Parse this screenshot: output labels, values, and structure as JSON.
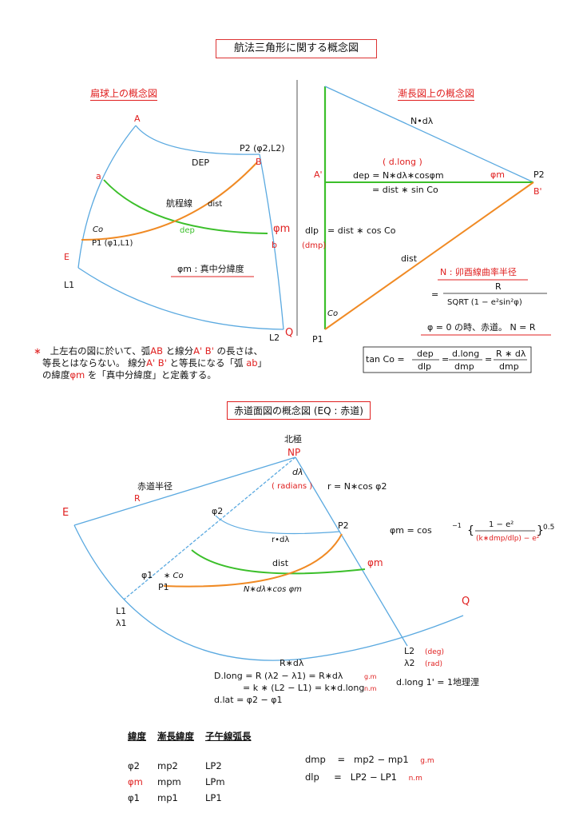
{
  "title": "航法三角形に関する概念図",
  "left_section": {
    "heading": "扁球上の概念図",
    "labels": {
      "A": "A",
      "a": "a",
      "E": "E",
      "L1": "L1",
      "L2": "L2",
      "Q": "Q",
      "B": "B",
      "b": "b",
      "P2": "P2 (φ2,L2)",
      "P1": "P1 (φ1,L1)",
      "DEP": "DEP",
      "route": "航程線",
      "dist": "dist",
      "dep": "dep",
      "Co": "Co",
      "phi_m": "φm"
    },
    "legend": "φm : 真中分緯度"
  },
  "right_section": {
    "heading": "漸長図上の概念図",
    "labels": {
      "Nd": "N•dλ",
      "dlong": "( d.long )",
      "Aprime": "A'",
      "Bprime": "B'",
      "dep_eq": "dep  =  N∗dλ∗cosφm",
      "dep_eq2": "=  dist ∗ sin Co",
      "phi_m": "φm",
      "P2": "P2",
      "dlp": "dlp",
      "dmp": "(dmp)",
      "dlp_eq": "=  dist ∗ cos Co",
      "dist": "dist",
      "Co": "Co",
      "P1": "P1"
    },
    "n_label": "N : 卯酉線曲率半径",
    "n_num": "R",
    "n_den": "SQRT (1 − e²sin²φ)",
    "n_eq": "=",
    "equator_note": "φ = 0 の時、赤道。  N = R",
    "tan_co": {
      "lhs": "tan Co  =",
      "f1n": "dep",
      "f1d": "dlp",
      "f2n": "d.long",
      "f2d": "dmp",
      "f3n": "R ∗ dλ",
      "f3d": "dmp"
    }
  },
  "note": {
    "star": "∗",
    "line1a": "上左右の図に於いて、弧",
    "line1b": "AB",
    "line1c": " と線分",
    "line1d": "A' B'",
    "line1e": " の長さは、",
    "line2a": "等長とはならない。 線分",
    "line2b": "A' B'",
    "line2c": " と等長になる「弧 ",
    "line2d": "ab",
    "line2e": "」",
    "line3a": "の緯度",
    "line3b": "φm",
    "line3c": " を「真中分緯度」と定義する。"
  },
  "bottom_section": {
    "heading": "赤道面図の概念図 (EQ : 赤道)",
    "labels": {
      "np_jp": "北極",
      "NP": "NP",
      "dl": "dλ",
      "radians": "( radians )",
      "r_eq": "r = N∗cos φ2",
      "radius_jp": "赤道半径",
      "R": "R",
      "E": "E",
      "phi2": "φ2",
      "P2": "P2",
      "rdl": "r•dλ",
      "dist": "dist",
      "phi1": "φ1",
      "Co": "∗ Co",
      "P1": "P1",
      "Ndl": "N∗dλ∗cos φm",
      "phi_m": "φm",
      "L1": "L1",
      "lam1": "λ1",
      "Q": "Q",
      "L2": "L2",
      "deg": "(deg)",
      "lam2": "λ2",
      "rad": "(rad)",
      "Rdl": "R∗dλ"
    },
    "formula_phi_m": {
      "lhs": "φm  =  cos",
      "sup": "−1",
      "num": "1 − e²",
      "den": "(k∗dmp/dlp) − e²",
      "exp": "0.5"
    },
    "dlong1": "D.long  =  R (λ2 − λ1) = R∗dλ",
    "dlong1_unit": "g.m",
    "dlong2": "=  k ∗ (L2 − L1) = k∗d.long",
    "dlong2_unit": "n.m",
    "dlat": "d.lat  =  φ2 − φ1",
    "one_min": "d.long 1' = 1地理浬"
  },
  "table": {
    "headers": [
      "緯度",
      "漸長緯度",
      "子午線弧長"
    ],
    "rows": [
      [
        "φ2",
        "mp2",
        "LP2"
      ],
      [
        "φm",
        "mpm",
        "LPm"
      ],
      [
        "φ1",
        "mp1",
        "LP1"
      ]
    ]
  },
  "defs": [
    {
      "lhs": "dmp",
      "eq": "=",
      "rhs": "mp2 − mp1",
      "unit": "g.m"
    },
    {
      "lhs": "dlp",
      "eq": "=",
      "rhs": "LP2 − LP1",
      "unit": "n.m"
    }
  ],
  "colors": {
    "blue": "#5aa9e0",
    "green": "#3bbf2a",
    "orange": "#f08a24",
    "red": "#e02020"
  }
}
